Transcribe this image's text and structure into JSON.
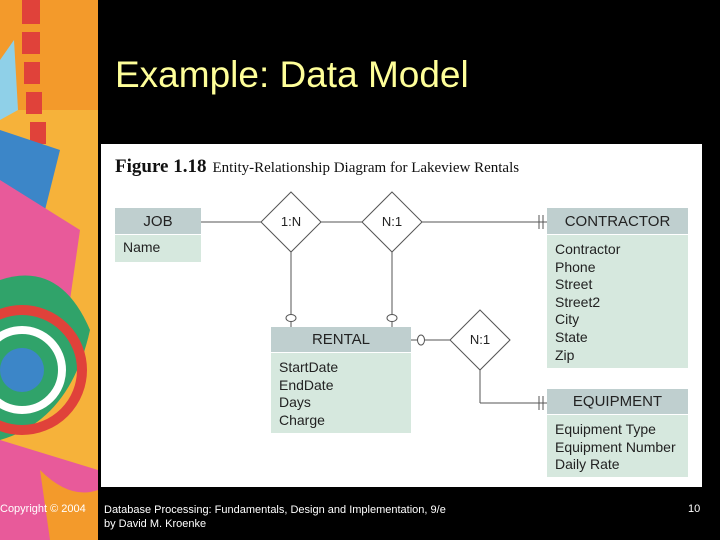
{
  "slide": {
    "title": "Example: Data Model"
  },
  "figure": {
    "number": "Figure 1.18",
    "caption": "Entity-Relationship Diagram for Lakeview Rentals"
  },
  "entities": {
    "job": {
      "name": "JOB",
      "attributes": [
        "Name"
      ]
    },
    "contractor": {
      "name": "CONTRACTOR",
      "attributes": [
        "Contractor",
        "Phone",
        "Street",
        "Street2",
        "City",
        "State",
        "Zip"
      ]
    },
    "rental": {
      "name": "RENTAL",
      "attributes": [
        "StartDate",
        "EndDate",
        "Days",
        "Charge"
      ]
    },
    "equipment": {
      "name": "EQUIPMENT",
      "attributes": [
        "Equipment Type",
        "Equipment Number",
        "Daily Rate"
      ]
    }
  },
  "relationships": {
    "job_rental": "1:N",
    "contractor_rental": "N:1",
    "rental_equipment": "N:1"
  },
  "footer": {
    "copyright": "Copyright © 2004",
    "book_line1": "Database Processing: Fundamentals, Design and Implementation, 9/e",
    "book_line2": "by David M. Kroenke",
    "page": "10"
  },
  "colors": {
    "title": "#ffff99",
    "entity_header": "#bfcfcf",
    "entity_body": "#d6e8de",
    "line": "#555555"
  }
}
